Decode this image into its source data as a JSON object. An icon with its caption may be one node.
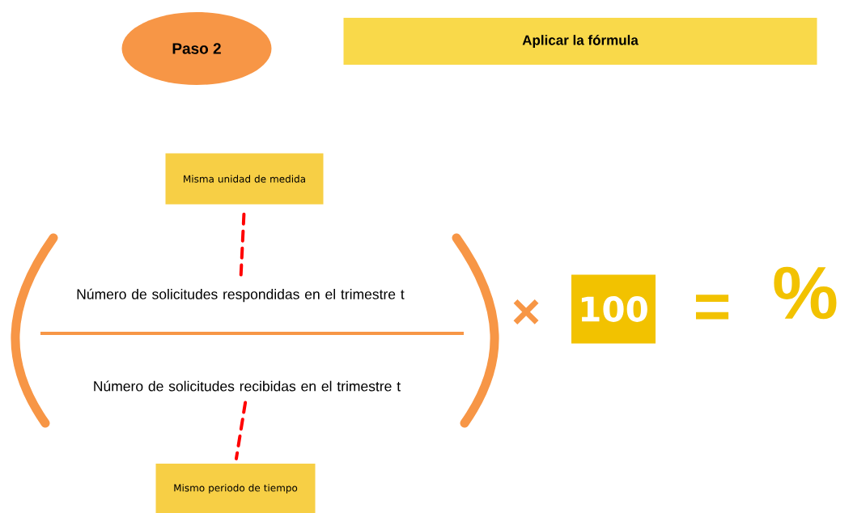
{
  "diagram": {
    "nodes": [
      {
        "text": [
          "Paso 2"
        ]
      },
      {
        "text": [
          "Aplicar la fórmula"
        ]
      },
      {
        "text": [
          "Misma unidad de medida"
        ]
      },
      {
        "text": [
          "Número de solicitudes respondidas en el trimestre t"
        ]
      },
      {
        "text": [
          "Número de solicitudes recibidas en el trimestre t"
        ]
      },
      {
        "text": [
          "Mismo periodo de tiempo"
        ]
      },
      {
        "text": [
          "100"
        ]
      }
    ],
    "edges": [
      {
        "from": 2,
        "to": 3,
        "arrow": "none",
        "style": "dashed"
      },
      {
        "from": 4,
        "to": 5,
        "arrow": "none",
        "style": "dashed"
      }
    ],
    "labels": [
      "×",
      "=",
      "%"
    ]
  }
}
